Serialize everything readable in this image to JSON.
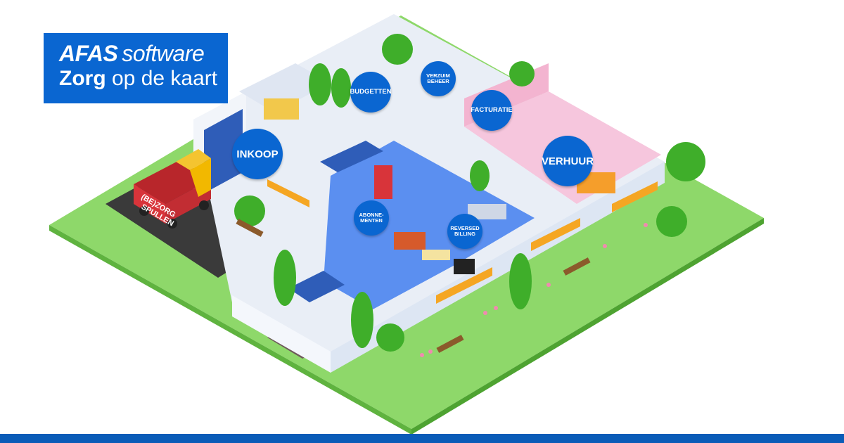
{
  "logo": {
    "brand": "AFAS",
    "product": "software",
    "tagline_bold": "Zorg",
    "tagline_rest": "op de kaart"
  },
  "truck": {
    "line1": "(BE)ZORG",
    "line2": "SPULLEN"
  },
  "labels": {
    "inkoop": "INKOOP",
    "budgetten": "BUDGETTEN",
    "verzuimbeheer": "VERZUIM\nBEHEER",
    "facturatie": "FACTURATIE",
    "verhuur": "VERHUUR",
    "abonnementen": "ABONNE-\nMENTEN",
    "reversed_billing": "REVERSED\nBILLING"
  },
  "colors": {
    "brand_blue": "#0a66d1",
    "grass": "#8ed86a",
    "floor": "#5b8ff0",
    "wall": "#eef3fb",
    "pink_room": "#f6c6dd",
    "truck_red": "#d8343a",
    "awning": "#f5a623"
  }
}
